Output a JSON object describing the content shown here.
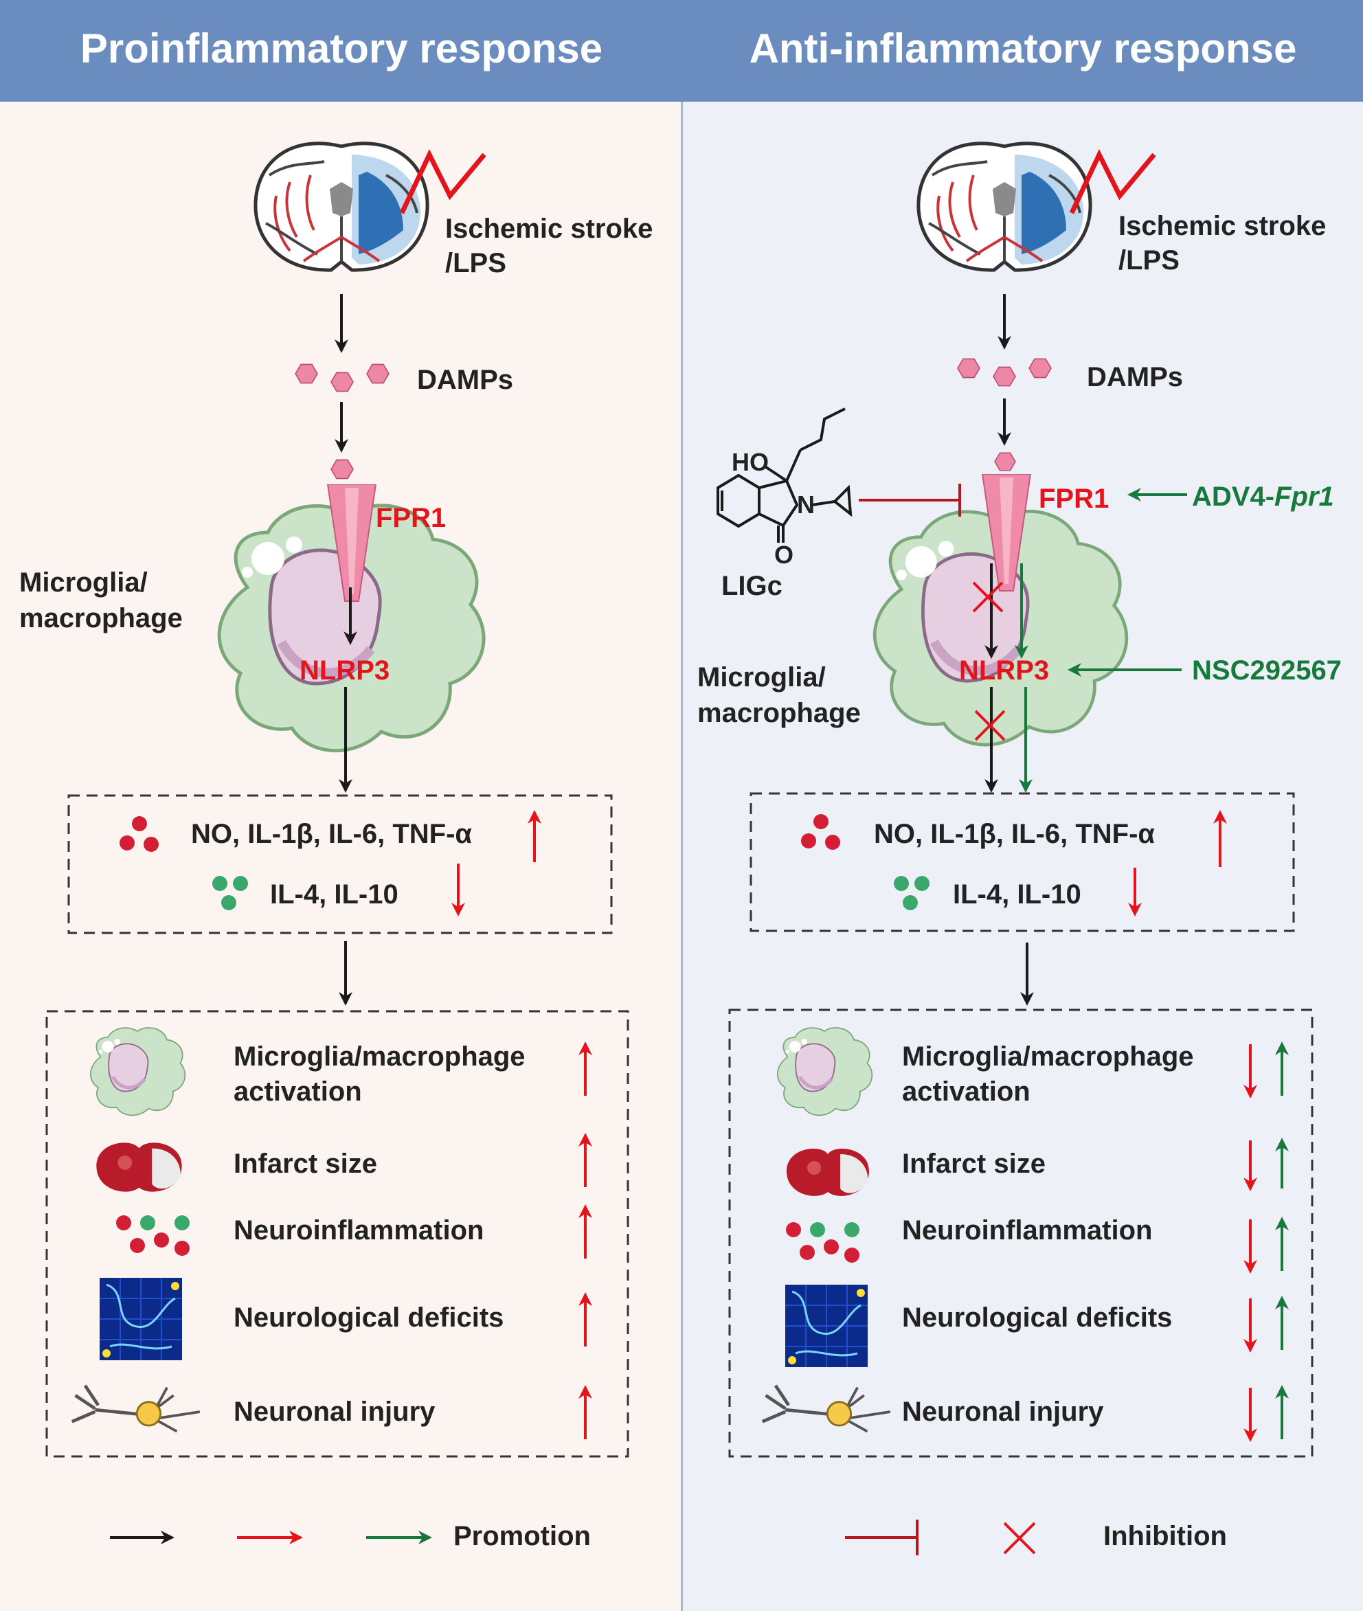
{
  "headers": {
    "left": "Proinflammatory response",
    "right": "Anti-inflammatory response"
  },
  "left": {
    "stimulus_line1": "Ischemic stroke",
    "stimulus_line2": "/LPS",
    "damps": "DAMPs",
    "receptor": "FPR1",
    "cell_line1": "Microglia/",
    "cell_line2": "macrophage",
    "inflammasome": "NLRP3",
    "pro_cytokines": "NO, IL-1β, IL-6, TNF-α",
    "anti_cytokines": "IL-4, IL-10",
    "outcomes": [
      {
        "line1": "Microglia/macrophage",
        "line2": "activation"
      },
      {
        "line1": "Infarct size"
      },
      {
        "line1": "Neuroinflammation"
      },
      {
        "line1": "Neurological deficits"
      },
      {
        "line1": "Neuronal injury"
      }
    ],
    "legend_label": "Promotion"
  },
  "right": {
    "stimulus_line1": "Ischemic stroke",
    "stimulus_line2": "/LPS",
    "damps": "DAMPs",
    "receptor": "FPR1",
    "cell_line1": "Microglia/",
    "cell_line2": "macrophage",
    "inflammasome": "NLRP3",
    "pro_cytokines": "NO, IL-1β, IL-6, TNF-α",
    "anti_cytokines": "IL-4, IL-10",
    "compound_name": "LIGc",
    "compound_atom_ho": "HO",
    "compound_atom_n": "N",
    "compound_atom_o": "O",
    "receptor_agonist_prefix": "ADV4-",
    "receptor_agonist_italic": "Fpr1",
    "nlrp3_agonist": "NSC292567",
    "outcomes": [
      {
        "line1": "Microglia/macrophage",
        "line2": "activation"
      },
      {
        "line1": "Infarct size"
      },
      {
        "line1": "Neuroinflammation"
      },
      {
        "line1": "Neurological deficits"
      },
      {
        "line1": "Neuronal injury"
      }
    ],
    "legend_label": "Inhibition"
  },
  "colors": {
    "header": "#6a8cbf",
    "left_bg": "#fcf4f1",
    "right_bg": "#eef0f8",
    "red": "#e3141c",
    "green": "#177a3c",
    "black": "#1a1a1a"
  }
}
